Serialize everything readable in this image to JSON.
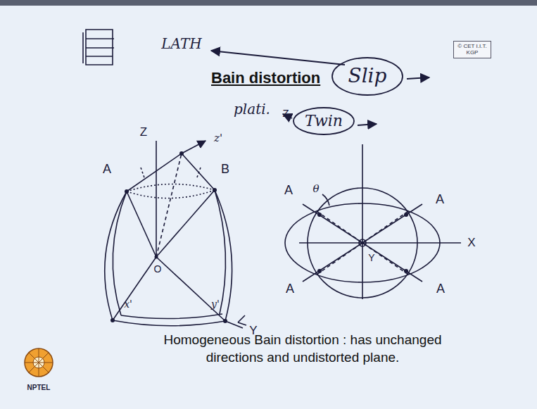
{
  "diagram": {
    "title": "Bain distortion",
    "caption": "Homogeneous Bain distortion : has unchanged directions and undistorted plane.",
    "nodes": [
      {
        "text": [
          "© CET I.I.T. KGP"
        ]
      },
      {
        "text": [
          "Slip"
        ]
      },
      {
        "text": [
          "Twin"
        ]
      }
    ],
    "labels": [
      "LATH",
      "plati.",
      "Z",
      "z'",
      "A",
      "B",
      "O",
      "x'",
      "y'",
      "Y",
      "Z",
      "A",
      "θ",
      "A",
      "X",
      "Y",
      "A",
      "A",
      "NPTEL"
    ]
  }
}
